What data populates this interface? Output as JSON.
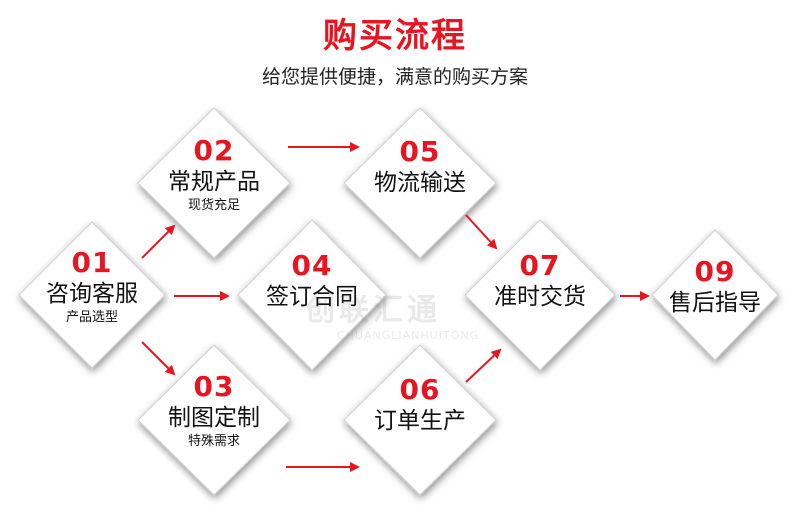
{
  "header": {
    "title": "购买流程",
    "subtitle": "给您提供便捷，满意的购买方案"
  },
  "colors": {
    "accent": "#e8141f",
    "text": "#111111",
    "diamond_fill": "#ffffff",
    "diamond_shadow": "#9a9a9a"
  },
  "steps": [
    {
      "num": "01",
      "name": "咨询客服",
      "sub": "产品选型"
    },
    {
      "num": "02",
      "name": "常规产品",
      "sub": "现货充足"
    },
    {
      "num": "03",
      "name": "制图定制",
      "sub": "特殊需求"
    },
    {
      "num": "04",
      "name": "签订合同",
      "sub": ""
    },
    {
      "num": "05",
      "name": "物流输送",
      "sub": ""
    },
    {
      "num": "06",
      "name": "订单生产",
      "sub": ""
    },
    {
      "num": "07",
      "name": "准时交货",
      "sub": ""
    },
    {
      "num": "09",
      "name": "售后指导",
      "sub": ""
    }
  ],
  "watermark": {
    "brand_cn": "创联汇通",
    "brand_en": "CHUANGLIANHUITONG"
  }
}
